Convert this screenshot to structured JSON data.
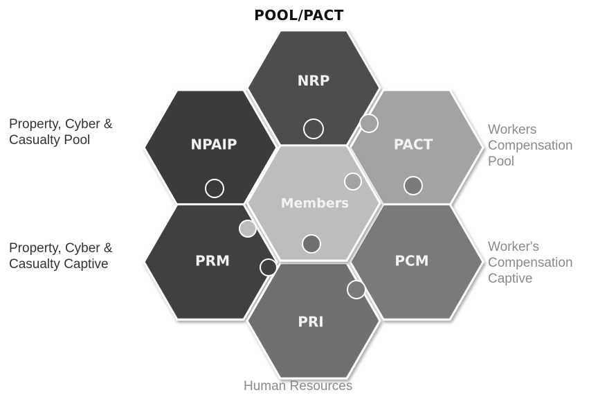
{
  "title": "POOL/PACT",
  "colors": {
    "title": "#111111",
    "label_dark": "#333333",
    "label_light": "#8a8a8a",
    "hex_text": "#f2f2f2",
    "stroke": "#ffffff"
  },
  "hexes": [
    {
      "id": "nrp",
      "label": "NRP",
      "fill": "#4d4d4d"
    },
    {
      "id": "npaip",
      "label": "NPAIP",
      "fill": "#3a3a3a"
    },
    {
      "id": "pact",
      "label": "PACT",
      "fill": "#a3a3a3"
    },
    {
      "id": "members",
      "label": "Members",
      "fill": "#bdbdbd"
    },
    {
      "id": "prm",
      "label": "PRM",
      "fill": "#3f3f3f"
    },
    {
      "id": "pcm",
      "label": "PCM",
      "fill": "#7a7a7a"
    },
    {
      "id": "pri",
      "label": "PRI",
      "fill": "#707070"
    }
  ],
  "side_labels": {
    "npaip": "Property, Cyber &\nCasualty Pool",
    "pact": "Workers\nCompensation\nPool",
    "prm": "Property, Cyber &\nCasualty Captive",
    "pcm": "Worker's\nCompensation\nCaptive",
    "pri": "Human Resources"
  }
}
